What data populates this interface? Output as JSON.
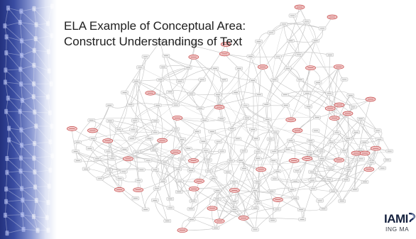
{
  "slide": {
    "title_lines": [
      "ELA Example of Conceptual Area:",
      "Construct Understandings of Text"
    ],
    "logo": {
      "main": "IAMI",
      "sub": "ING MA"
    }
  },
  "colors": {
    "band_dark": "#23317e",
    "band_mid": "#8a98d2",
    "map_line": "#c4c4c4",
    "node_fill": "#f4f4f4",
    "highlight_fill": "#f2c8c8",
    "highlight_stroke": "#c44545",
    "logo_text": "#16223f"
  }
}
